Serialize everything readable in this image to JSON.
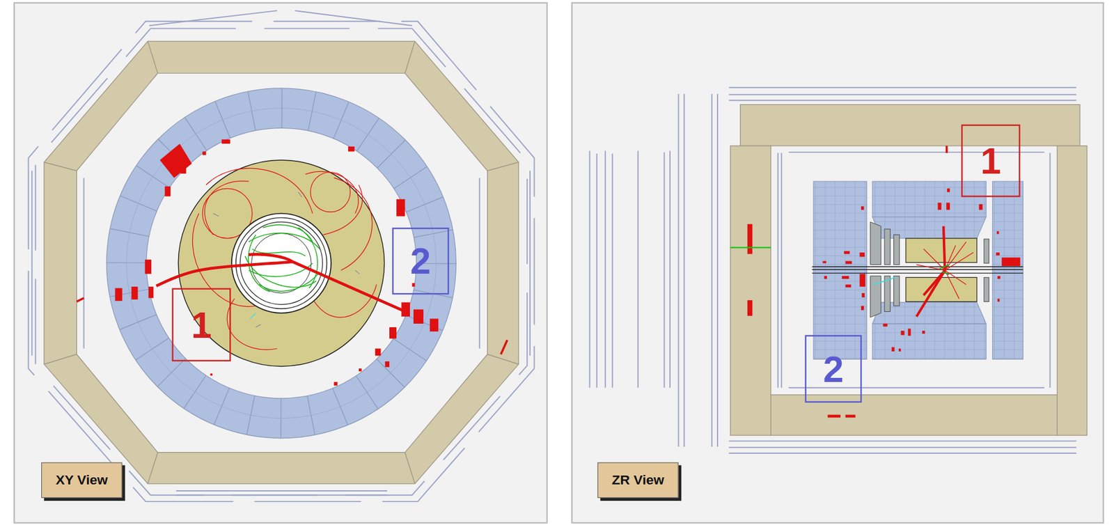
{
  "diagram": {
    "nodes": [
      {
        "text": [
          "2"
        ]
      },
      {
        "text": [
          "1"
        ]
      },
      {
        "text": [
          "XY View"
        ]
      },
      {
        "text": [
          "1"
        ]
      },
      {
        "text": [
          "2"
        ]
      },
      {
        "text": [
          "ZR View"
        ]
      }
    ]
  }
}
